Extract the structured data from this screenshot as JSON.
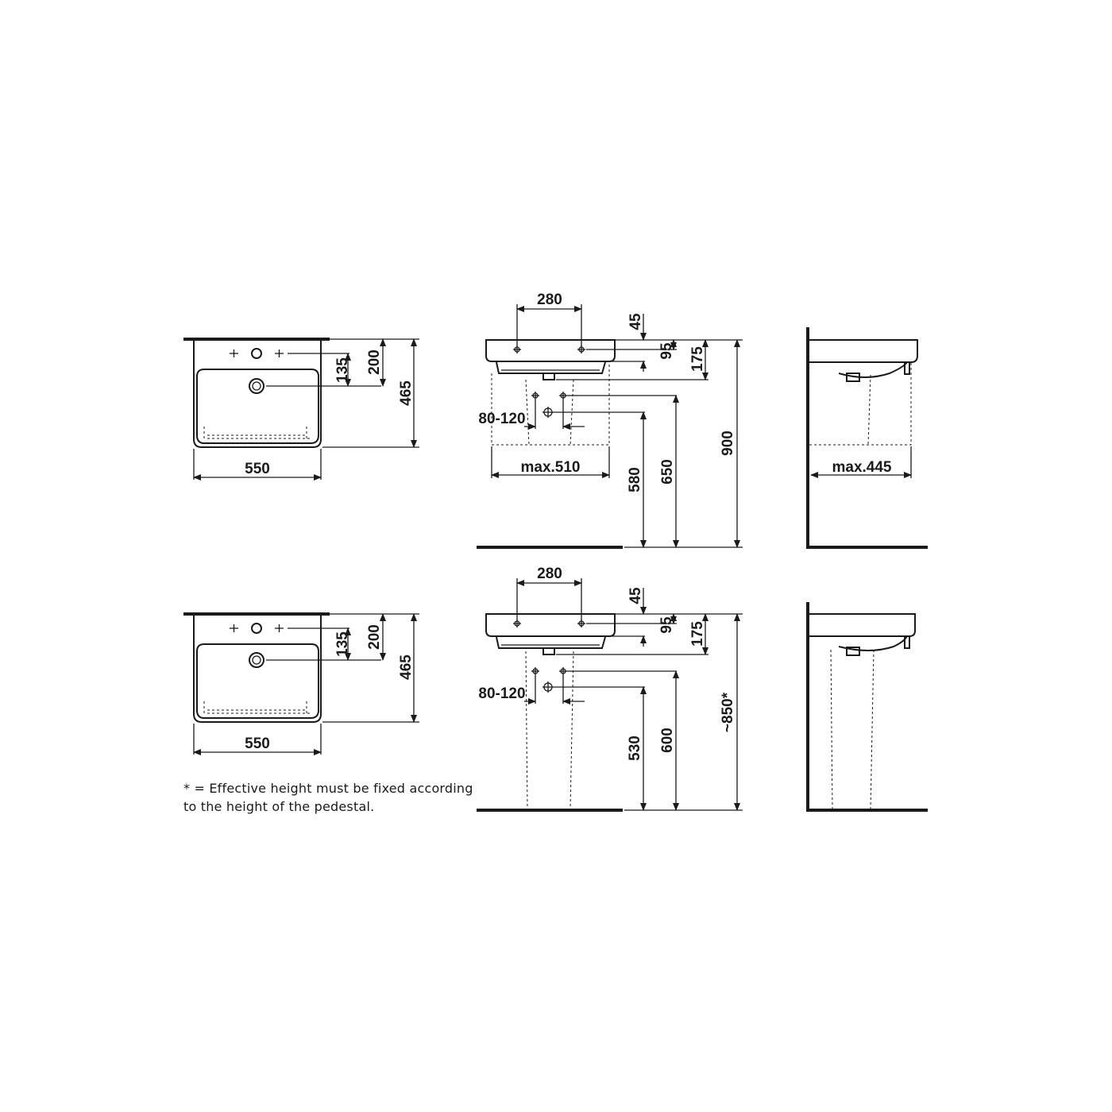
{
  "variant_wall": {
    "top_view": {
      "width": "550",
      "height_total": "465",
      "tap_to_outlet": "135",
      "edge_to_outlet": "200"
    },
    "front_view": {
      "tap_spacing": "280",
      "rim_to_tap": "45",
      "tap_height": "95",
      "bowl_depth": "175",
      "drain_width": "80-120",
      "cabinet_width": "max.510",
      "drain_height_low": "580",
      "drain_height_high": "650",
      "rim_height": "900"
    },
    "side_view": {
      "cabinet_depth": "max.445"
    }
  },
  "variant_pedestal": {
    "top_view": {
      "width": "550",
      "height_total": "465",
      "tap_to_outlet": "135",
      "edge_to_outlet": "200"
    },
    "front_view": {
      "tap_spacing": "280",
      "rim_to_tap": "45",
      "tap_height": "95",
      "bowl_depth": "175",
      "drain_width": "80-120",
      "drain_height_low": "530",
      "drain_height_high": "600",
      "rim_height": "~850*"
    }
  },
  "footnote": {
    "line1": "* = Effective height must be fixed according",
    "line2": "to the height of the pedestal."
  }
}
